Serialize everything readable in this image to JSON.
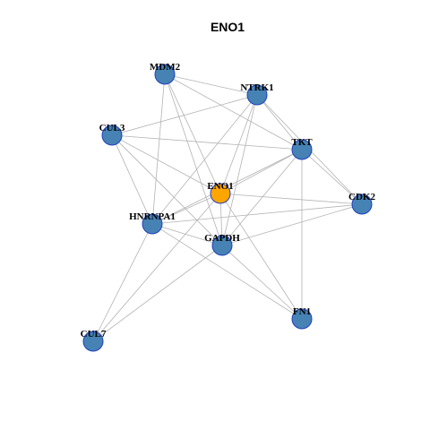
{
  "title": "ENO1",
  "colors": {
    "center_node": "#ffa500",
    "neighbor_node": "#4682b4",
    "node_border": "#1f3fbf",
    "edge": "#b3b3b3"
  },
  "nodes": [
    {
      "id": "ENO1",
      "label": "ENO1",
      "role": "center"
    },
    {
      "id": "MDM2",
      "label": "MDM2",
      "role": "neighbor"
    },
    {
      "id": "NTRK1",
      "label": "NTRK1",
      "role": "neighbor"
    },
    {
      "id": "CUL3",
      "label": "CUL3",
      "role": "neighbor"
    },
    {
      "id": "TKT",
      "label": "TKT",
      "role": "neighbor"
    },
    {
      "id": "CDK2",
      "label": "CDK2",
      "role": "neighbor"
    },
    {
      "id": "HNRNPA1",
      "label": "HNRNPA1",
      "role": "neighbor"
    },
    {
      "id": "GAPDH",
      "label": "GAPDH",
      "role": "neighbor"
    },
    {
      "id": "FN1",
      "label": "FN1",
      "role": "neighbor"
    },
    {
      "id": "CUL7",
      "label": "CUL7",
      "role": "neighbor"
    }
  ],
  "edges": [
    [
      "MDM2",
      "NTRK1"
    ],
    [
      "MDM2",
      "TKT"
    ],
    [
      "MDM2",
      "ENO1"
    ],
    [
      "MDM2",
      "GAPDH"
    ],
    [
      "MDM2",
      "HNRNPA1"
    ],
    [
      "NTRK1",
      "CUL3"
    ],
    [
      "NTRK1",
      "TKT"
    ],
    [
      "NTRK1",
      "CDK2"
    ],
    [
      "NTRK1",
      "ENO1"
    ],
    [
      "NTRK1",
      "HNRNPA1"
    ],
    [
      "NTRK1",
      "GAPDH"
    ],
    [
      "CUL3",
      "TKT"
    ],
    [
      "CUL3",
      "ENO1"
    ],
    [
      "CUL3",
      "HNRNPA1"
    ],
    [
      "CUL3",
      "GAPDH"
    ],
    [
      "TKT",
      "CDK2"
    ],
    [
      "TKT",
      "ENO1"
    ],
    [
      "TKT",
      "HNRNPA1"
    ],
    [
      "TKT",
      "GAPDH"
    ],
    [
      "TKT",
      "FN1"
    ],
    [
      "CDK2",
      "ENO1"
    ],
    [
      "CDK2",
      "HNRNPA1"
    ],
    [
      "CDK2",
      "GAPDH"
    ],
    [
      "ENO1",
      "HNRNPA1"
    ],
    [
      "ENO1",
      "GAPDH"
    ],
    [
      "ENO1",
      "FN1"
    ],
    [
      "ENO1",
      "CUL7"
    ],
    [
      "HNRNPA1",
      "GAPDH"
    ],
    [
      "HNRNPA1",
      "FN1"
    ],
    [
      "HNRNPA1",
      "CUL7"
    ],
    [
      "GAPDH",
      "FN1"
    ],
    [
      "GAPDH",
      "CUL7"
    ]
  ]
}
